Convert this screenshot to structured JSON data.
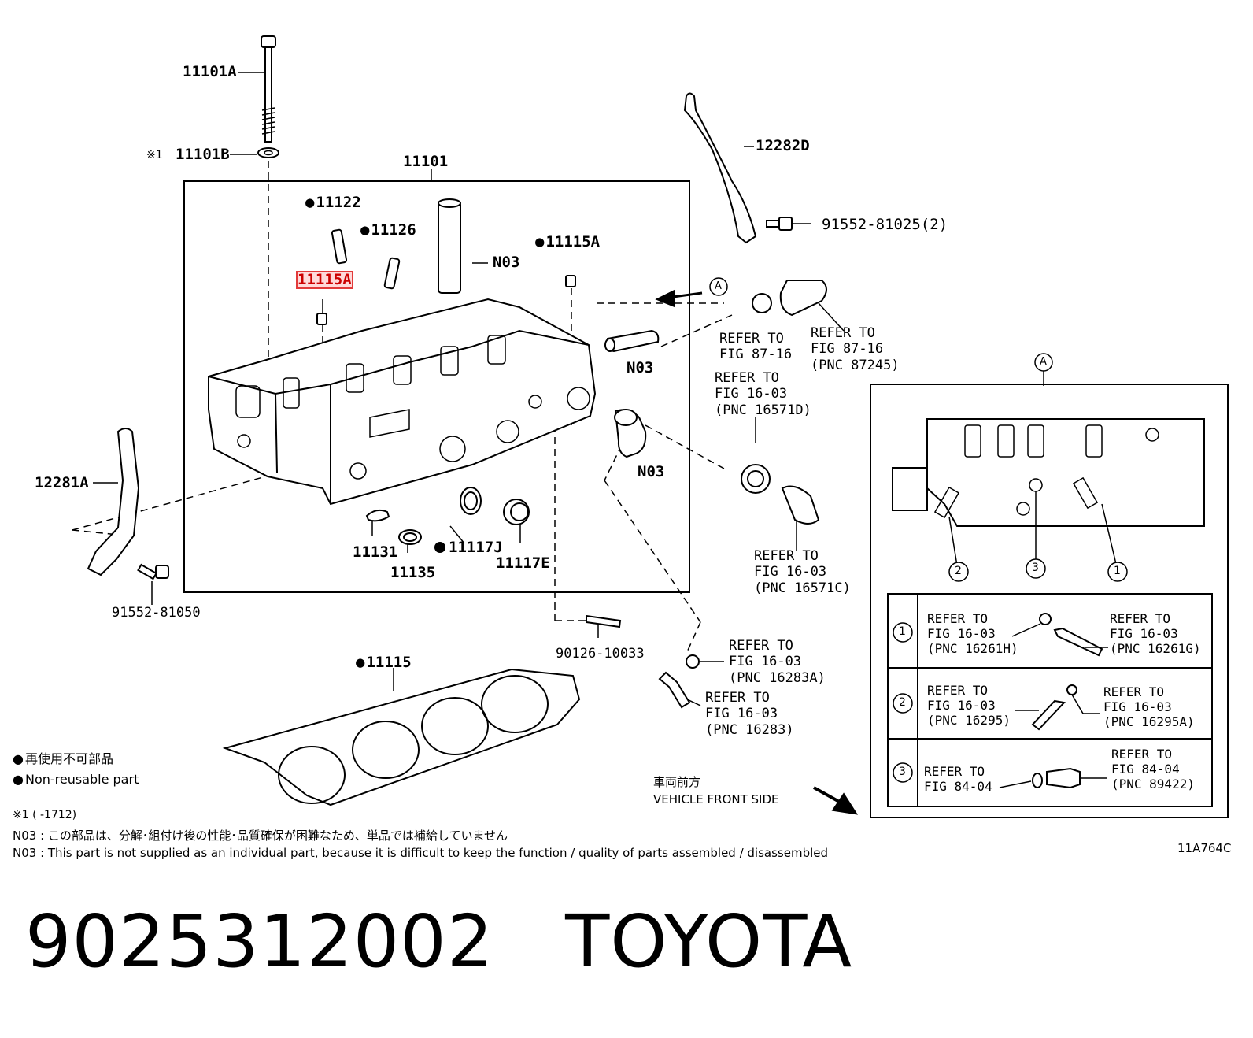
{
  "labels": {
    "bolt_11101a": "11101A",
    "washer_mark": "※1",
    "washer_11101b": "11101B",
    "head_11101": "11101",
    "pin_11122": "11122",
    "pin_11126": "11126",
    "plug_11115a_right": "11115A",
    "plug_11115a_left": "11115A",
    "n03_sleeve": "N03",
    "n03_pipe": "N03",
    "n03_elbow": "N03",
    "guide_12282d": "12282D",
    "bolt_91552_81025": "91552-81025(2)",
    "guide_12281a": "12281A",
    "bolt_91552_81050": "91552-81050",
    "gasket_11131": "11131",
    "seal_11135": "11135",
    "seal_11117j": "11117J",
    "plug_11117e": "11117E",
    "stud_90126": "90126-10033",
    "gasket_11115": "11115",
    "arrow_a": "A",
    "inset_a": "A"
  },
  "refs": {
    "r87_16a": "REFER TO\nFIG 87-16",
    "r87_16b": "REFER TO\nFIG 87-16\n(PNC 87245)",
    "r16571d": "REFER TO\nFIG 16-03\n(PNC 16571D)",
    "r16571c": "REFER TO\nFIG 16-03\n(PNC 16571C)",
    "r16283a": "REFER TO\nFIG 16-03\n(PNC 16283A)",
    "r16283": "REFER TO\nFIG 16-03\n(PNC 16283)"
  },
  "inset": {
    "callouts": [
      "2",
      "3",
      "1"
    ],
    "rows": [
      {
        "num": "1",
        "left": "REFER TO\nFIG 16-03\n(PNC 16261H)",
        "right": "REFER TO\nFIG 16-03\n(PNC 16261G)"
      },
      {
        "num": "2",
        "left": "REFER TO\nFIG 16-03\n(PNC 16295)",
        "right": "REFER TO\nFIG 16-03\n(PNC 16295A)"
      },
      {
        "num": "3",
        "left": "REFER TO\nFIG 84-04",
        "right": "REFER TO\nFIG 84-04\n(PNC 89422)"
      }
    ]
  },
  "legend": {
    "nonreusable_jp": "再使用不可部品",
    "nonreusable_en": "Non-reusable part",
    "front_jp": "車両前方",
    "front_en": "VEHICLE FRONT SIDE"
  },
  "notes": {
    "mark1": "※1 (      -1712)",
    "n03_jp": "N03 : この部品は、分解･組付け後の性能･品質確保が困難なため、単品では補給していません",
    "n03_en": "N03 : This part is not supplied as an individual part, because it is difficult to keep the function / quality of parts  assembled / disassembled",
    "illustration_code": "11A764C"
  },
  "part_number": "9025312002",
  "brand": "TOYOTA"
}
